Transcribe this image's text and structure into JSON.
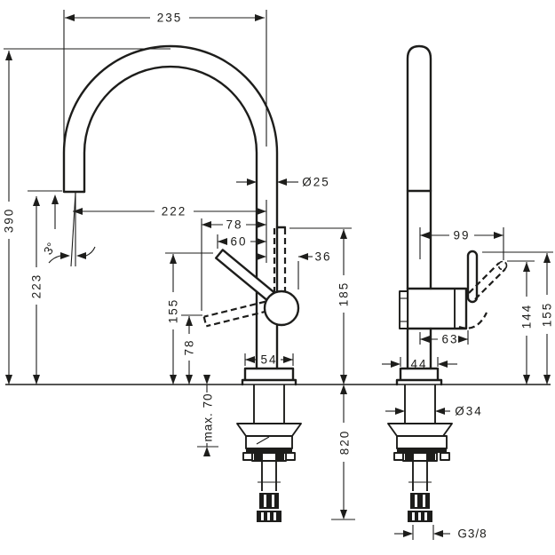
{
  "colors": {
    "background": "#ffffff",
    "line": "#1d1d1b"
  },
  "drawing": {
    "kind": "technical-dimension-drawing",
    "subject": "single-lever kitchen faucet, front and side installation views",
    "front_view_dims": {
      "overall_width": "235",
      "overall_height": "390",
      "spout_outlet_height": "223",
      "spout_angle": "3°",
      "spout_reach": "222",
      "handle_lowered_offset": "78",
      "handle_raised_offset": "60",
      "joint_offset": "36",
      "spout_diameter": "Ø25",
      "joint_height": "185",
      "handle_raised_height": "155",
      "handle_lowered_height": "78",
      "base_width": "54",
      "counter_thickness_max": "max. 70",
      "hose_length": "820"
    },
    "side_view_dims": {
      "handle_depth": "99",
      "handle_tip_height": "144",
      "handle_top_height": "155",
      "body_depth": "63",
      "base_depth": "44",
      "shank_diameter": "Ø34",
      "connection_thread": "G3/8"
    }
  }
}
